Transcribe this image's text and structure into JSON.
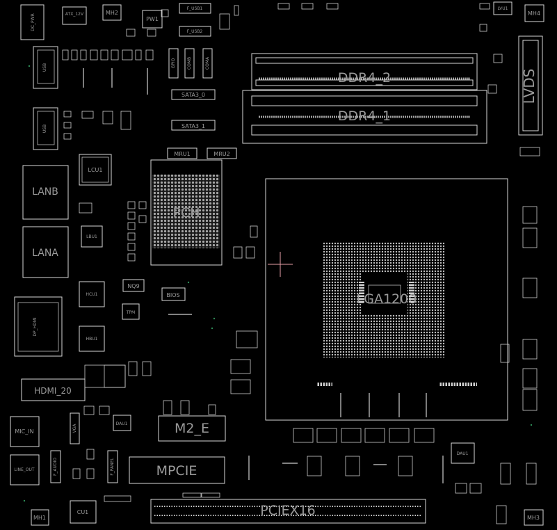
{
  "labels": {
    "dc_pwr": "DC_PWR",
    "atx_12v": "ATX_12V",
    "mh2": "MH2",
    "pw1": "PW1",
    "f_usb1": "F_USB1",
    "f_usb2": "F_USB2",
    "lvu1": "LVU1",
    "mh4": "MH4",
    "ddr4_2": "DDR4_2",
    "ddr4_1": "DDR4_1",
    "lvds": "LVDS",
    "sata3_0": "SATA3_0",
    "sata3_1": "SATA3_1",
    "gpio": "GPIO",
    "comb": "COMB",
    "coma": "COMA",
    "mru1": "MRU1",
    "mru2": "MRU2",
    "lcu1": "LCU1",
    "lanb": "LANB",
    "lana": "LANA",
    "lbu1": "LBU1",
    "pch": "PCH",
    "nq9": "NQ9",
    "bios": "BIOS",
    "hcu1": "HCU1",
    "tpm": "TPM",
    "hbu1": "HBU1",
    "lga1200": "LGA1200",
    "dp_hdmi": "DP_HDMI",
    "hdmi20": "HDMI_20",
    "mic_in": "MIC_IN",
    "line_out": "LINE_OUT",
    "vga": "VGA",
    "f_audio": "F_AUDIO",
    "f_panel": "F_PANEL",
    "dau1": "DAU1",
    "m2_e": "M2_E",
    "mpcie": "MPCIE",
    "pciex16": "PCIEX16",
    "mh1": "MH1",
    "cu1": "CU1",
    "mh3": "MH3",
    "dau1_b": "DAU1",
    "usb_a": "USB",
    "usb_b": "USB"
  },
  "colors": {
    "background": "#000000",
    "outline": "#d9d9d9",
    "label": "#9a9a9a",
    "cursor": "#e8a0a8",
    "via": "#2e8b57"
  }
}
